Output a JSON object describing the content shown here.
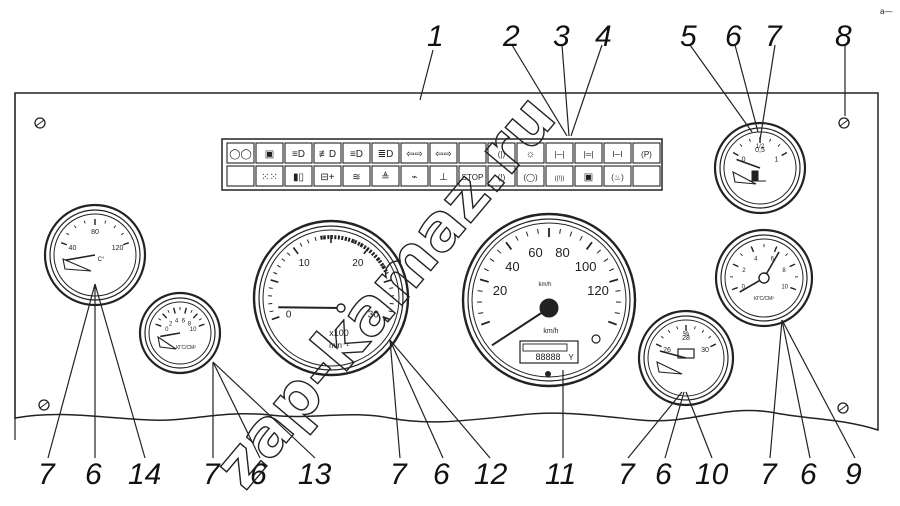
{
  "callouts": [
    "1",
    "2",
    "3",
    "4",
    "5",
    "6",
    "7",
    "8",
    "7",
    "6",
    "14",
    "7",
    "6",
    "13",
    "7",
    "6",
    "12",
    "11",
    "7",
    "6",
    "10",
    "7",
    "6",
    "9"
  ],
  "watermark": "zap-kamaz.ru",
  "corner_mark": "a—",
  "temperature_gauge": {
    "ticks": [
      "40",
      "80",
      "120"
    ],
    "unit": "C°"
  },
  "oil_pressure_gauge": {
    "ticks": [
      "0",
      "2",
      "4",
      "6",
      "8",
      "10"
    ],
    "unit": "КГС/СМ²"
  },
  "tachometer": {
    "ticks": [
      "0",
      "10",
      "20",
      "30"
    ],
    "multiplier": "x100",
    "unit": "min⁻¹"
  },
  "speedometer": {
    "ticks": [
      "20",
      "40",
      "60",
      "80",
      "100",
      "120"
    ],
    "small_ticks": [
      "km/h"
    ],
    "unit": "km/h",
    "odometer": "88888",
    "trip_digit": "Y"
  },
  "fuel_gauge": {
    "ticks": [
      "0",
      "0,5",
      "1"
    ],
    "marker": "1/2"
  },
  "voltmeter": {
    "ticks": [
      "26",
      "28",
      "30"
    ],
    "center_mark": "%"
  },
  "air_pressure_gauge": {
    "ticks": [
      "0",
      "2",
      "4",
      "6",
      "8",
      "10"
    ],
    "unit": "КГС/СМ²"
  },
  "warning_lights": {
    "row1": [
      "◯◯",
      "▣",
      "≡D",
      "≢D",
      "≡D",
      "≣D",
      "⇦⇨",
      "⇦⇨",
      "",
      "(|)",
      "☼",
      "|─|",
      "|═|",
      "I─I",
      "(P)"
    ],
    "row2": [
      "",
      "⁙⁙",
      "▮▯",
      "⊟+",
      "≋",
      "≜",
      "⌁",
      "⊥",
      "STOP",
      "(!)",
      "(◯)",
      "((!))",
      "▣",
      "(♨)",
      ""
    ]
  }
}
